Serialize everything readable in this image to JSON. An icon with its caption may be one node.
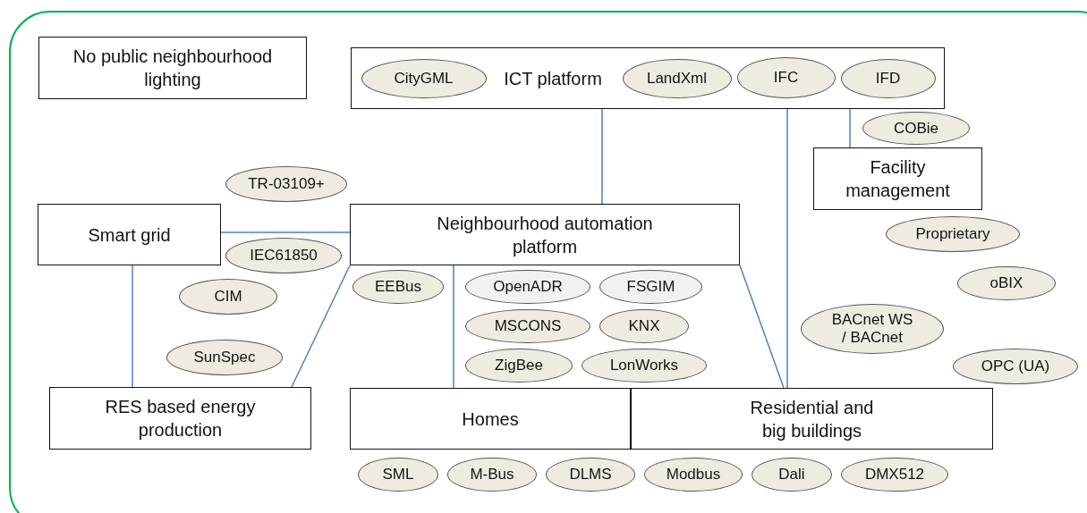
{
  "diagram": {
    "nodes": [
      {
        "text": [
          "No public neighbourhood lighting"
        ]
      },
      {
        "text": [
          "ICT platform"
        ]
      },
      {
        "text": [
          "Facility management"
        ]
      },
      {
        "text": [
          "Smart grid"
        ]
      },
      {
        "text": [
          "Neighbourhood automation platform"
        ]
      },
      {
        "text": [
          "RES based energy production"
        ]
      },
      {
        "text": [
          "Homes"
        ]
      },
      {
        "text": [
          "Residential and big buildings"
        ]
      },
      {
        "text": [
          "CityGML"
        ],
        "in": 1
      },
      {
        "text": [
          "LandXml"
        ],
        "in": 1
      },
      {
        "text": [
          "IFD"
        ],
        "in": 1
      },
      {
        "text": [
          "IFC"
        ],
        "in": 1
      },
      {
        "text": [
          "COBie"
        ]
      },
      {
        "text": [
          "Proprietary"
        ]
      },
      {
        "text": [
          "TR-03109+"
        ]
      },
      {
        "text": [
          "IEC61850"
        ]
      },
      {
        "text": [
          "CIM"
        ]
      },
      {
        "text": [
          "SunSpec"
        ]
      },
      {
        "text": [
          "EEBus"
        ]
      },
      {
        "text": [
          "OpenADR"
        ]
      },
      {
        "text": [
          "FSGIM"
        ]
      },
      {
        "text": [
          "MSCONS"
        ]
      },
      {
        "text": [
          "KNX"
        ]
      },
      {
        "text": [
          "ZigBee"
        ]
      },
      {
        "text": [
          "LonWorks"
        ]
      },
      {
        "text": [
          "oBIX"
        ]
      },
      {
        "text": [
          "BACnet WS / BACnet"
        ]
      },
      {
        "text": [
          "OPC (UA)"
        ]
      },
      {
        "text": [
          "SML"
        ]
      },
      {
        "text": [
          "Modbus"
        ]
      },
      {
        "text": [
          "M-Bus"
        ]
      },
      {
        "text": [
          "DLMS"
        ]
      },
      {
        "text": [
          "Dali"
        ]
      },
      {
        "text": [
          "DMX512"
        ]
      }
    ],
    "edges": [
      {
        "from": 1,
        "to": 4,
        "arrow": "none"
      },
      {
        "from": 1,
        "to": 2,
        "arrow": "none"
      },
      {
        "from": 1,
        "to": 7,
        "arrow": "none"
      },
      {
        "from": 4,
        "to": 7,
        "arrow": "none"
      },
      {
        "from": 3,
        "to": 4,
        "arrow": "none"
      },
      {
        "from": 3,
        "to": 5,
        "arrow": "none"
      },
      {
        "from": 4,
        "to": 5,
        "arrow": "none"
      },
      {
        "from": 4,
        "to": 6,
        "arrow": "none"
      }
    ]
  }
}
